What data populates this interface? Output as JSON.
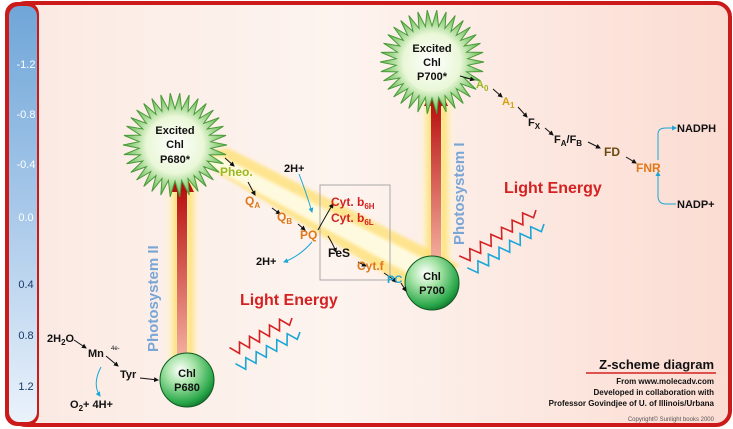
{
  "axis": {
    "ticks": [
      "-1.2",
      "-0.8",
      "-0.4",
      "0.0",
      "0.4",
      "0.8",
      "1.2"
    ]
  },
  "chlorophyll": {
    "excited_p680": {
      "line1": "Excited",
      "line2": "Chl",
      "line3": "P680*"
    },
    "excited_p700": {
      "line1": "Excited",
      "line2": "Chl",
      "line3": "P700*"
    },
    "p680": {
      "line1": "Chl",
      "line2": "P680"
    },
    "p700": {
      "line1": "Chl",
      "line2": "P700"
    }
  },
  "photosystems": {
    "ps2": "Photosystem II",
    "ps1": "Photosystem I"
  },
  "light_energy": {
    "left": "Light Energy",
    "right": "Light Energy"
  },
  "carriers": {
    "pheo": "Pheo.",
    "qa_main": "Q",
    "qa_sub": "A",
    "qb_main": "Q",
    "qb_sub": "B",
    "pq": "PQ",
    "cyt_b6h_main": "Cyt. b",
    "cyt_b6h_sub": "6H",
    "cyt_b6l_main": "Cyt. b",
    "cyt_b6l_sub": "6L",
    "fes": "FeS",
    "cytf": "Cyt.f",
    "pc": "PC",
    "a0_main": "A",
    "a0_sub": "0",
    "a1_main": "A",
    "a1_sub": "1",
    "fx_main": "F",
    "fx_sub": "X",
    "fafb_main1": "F",
    "fafb_sub1": "A",
    "fafb_mid": "/F",
    "fafb_sub2": "B",
    "fd": "FD",
    "fnr": "FNR"
  },
  "water_side": {
    "h2o_main": "2H",
    "h2o_sub": "2",
    "h2o_tail": "O",
    "mn": "Mn",
    "mn_charge": "4e-",
    "tyr": "Tyr",
    "products": "O",
    "products_sub": "2",
    "products_tail": "+ 4H+"
  },
  "protons": {
    "top": "2H+",
    "bottom": "2H+"
  },
  "nadp": {
    "nadph": "NADPH",
    "nadp_plus": "NADP+"
  },
  "credits": {
    "title": "Z-scheme diagram",
    "line1": "From www.molecadv.com",
    "line2": "Developed in collaboration with",
    "line3": "Professor Govindjee of U. of Illinois/Urbana",
    "copyright": "Copyright© Sunlight books 2000"
  },
  "colors": {
    "frame": "#cc1a1a",
    "axis_top": "#6fa6d8",
    "accent_orange": "#e07818",
    "accent_red": "#d42222",
    "carrier_brown": "#6b4a10",
    "cyan": "#1aa6d6",
    "green_sphere": "#2aa84a"
  }
}
